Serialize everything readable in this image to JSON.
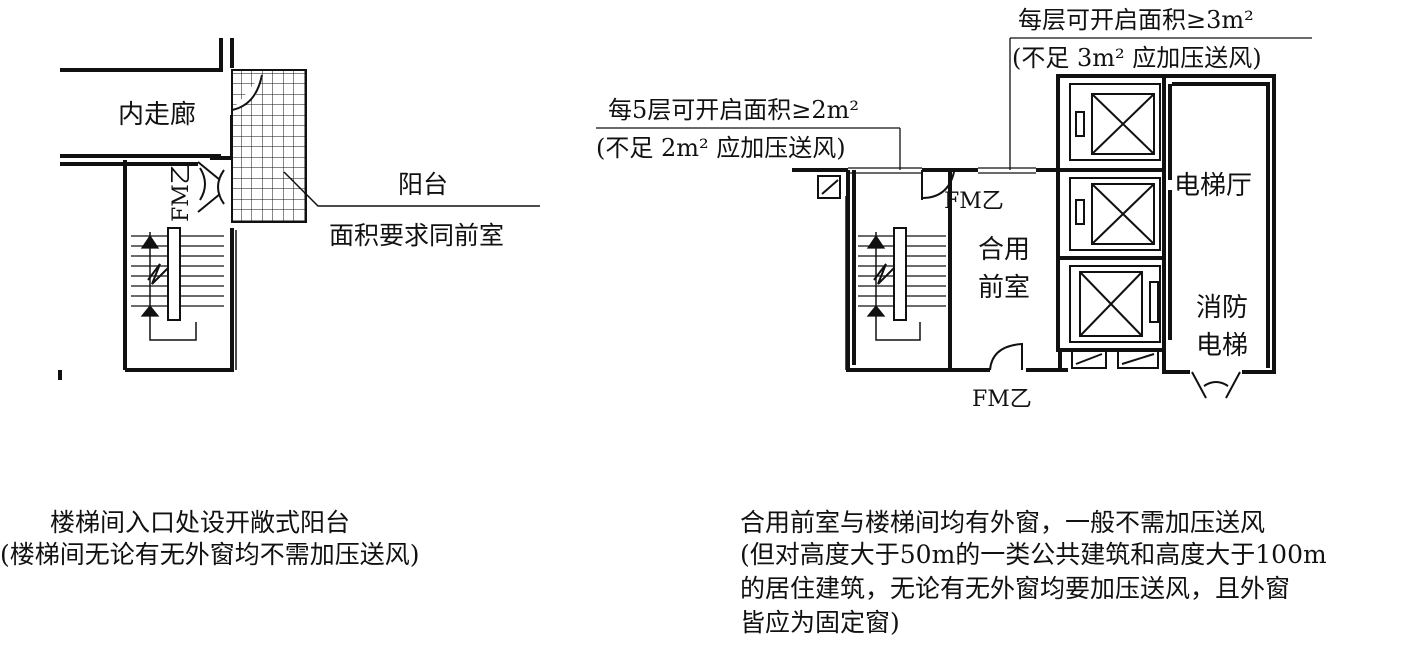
{
  "left": {
    "labels": {
      "corridor": "内走廊",
      "door": "FM乙",
      "balcony": "阳台",
      "balcony_req": "面积要求同前室"
    },
    "caption": {
      "line1": "楼梯间入口处设开敞式阳台",
      "line2": "(楼梯间无论有无外窗均不需加压送风)"
    }
  },
  "right": {
    "labels": {
      "req3_line1": "每层可开启面积≥3m²",
      "req3_line2": "(不足 3m²  应加压送风)",
      "req2_line1": "每5层可开启面积≥2m²",
      "req2_line2": "(不足  2m² 应加压送风)",
      "door_top": "FM乙",
      "door_bottom": "FM乙",
      "shared_line1": "合用",
      "shared_line2": "前室",
      "elevator_hall": "电梯厅",
      "fire_elev_line1": "消防",
      "fire_elev_line2": "电梯"
    },
    "caption": {
      "line1": "合用前室与楼梯间均有外窗，一般不需加压送风",
      "line2": "(但对高度大于50m的一类公共建筑和高度大于100m",
      "line3": "的居住建筑，无论有无外窗均要加压送风，且外窗",
      "line4": "皆应为固定窗)"
    }
  }
}
